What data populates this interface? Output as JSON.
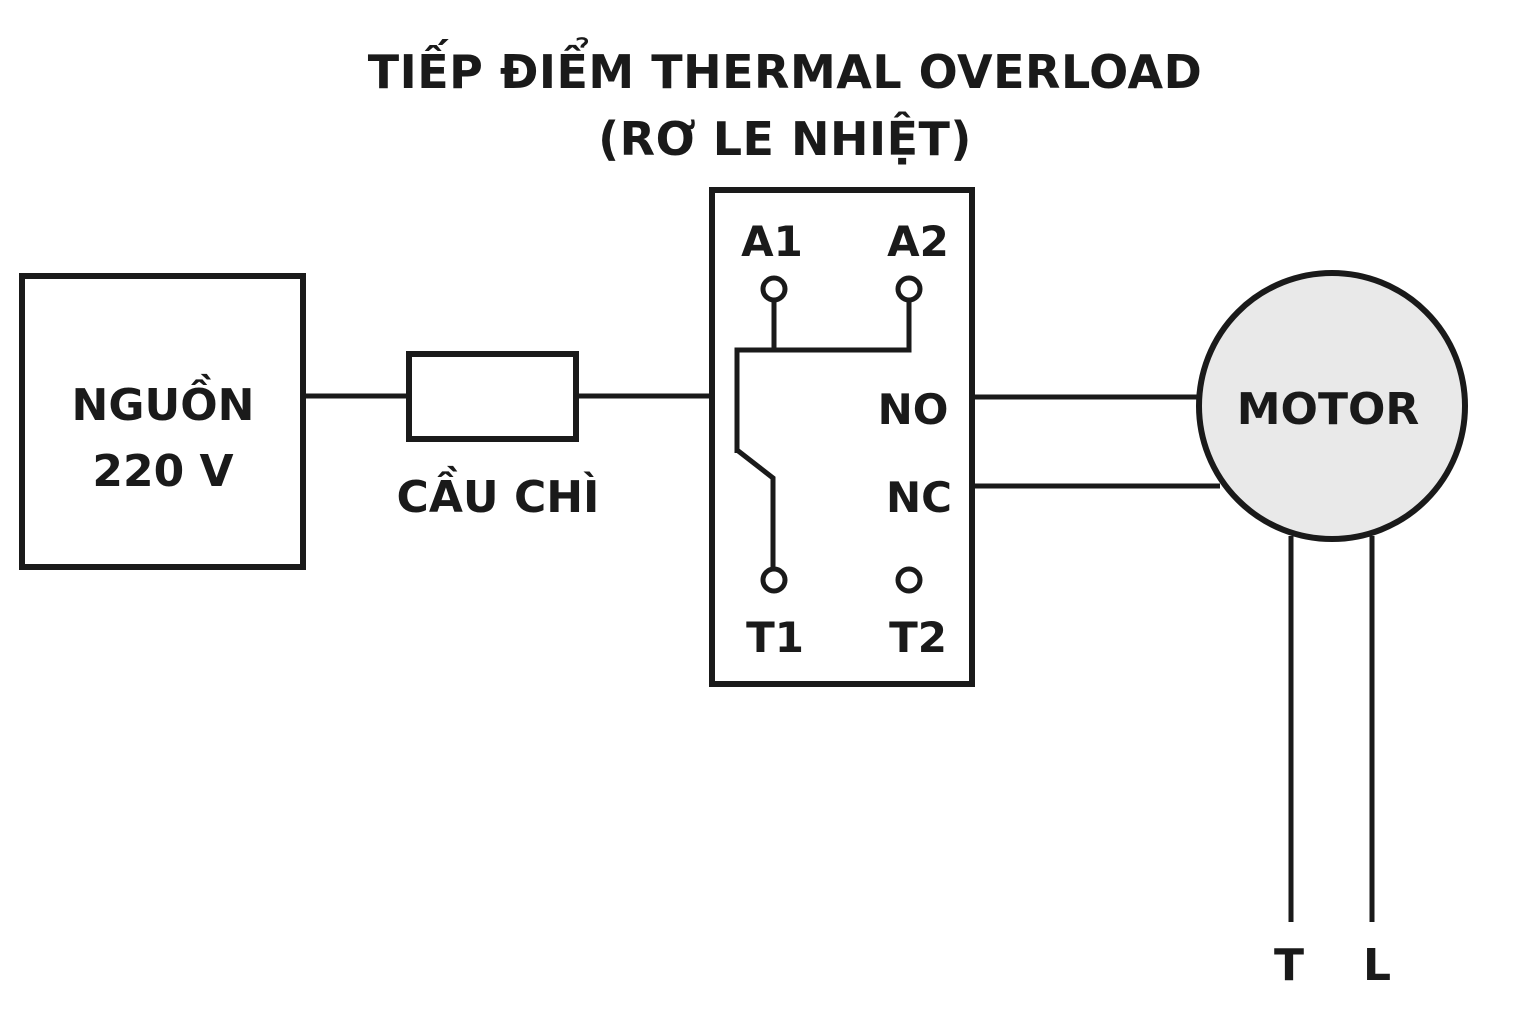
{
  "diagram": {
    "title_line1": "TIẾP ĐIỂM THERMAL OVERLOAD",
    "title_line2": "(RƠ LE NHIỆT)",
    "source": {
      "label_line1": "NGUỒN",
      "label_line2": "220 V"
    },
    "fuse": {
      "label": "CẦU CHÌ"
    },
    "relay": {
      "pins": {
        "a1": "A1",
        "a2": "A2",
        "no": "NO",
        "nc": "NC",
        "t1": "T1",
        "t2": "T2"
      }
    },
    "motor": {
      "label": "MOTOR",
      "fill": "#e9e9e9"
    },
    "terminals": {
      "left": "T",
      "right": "L"
    },
    "colors": {
      "stroke": "#1a1a1a",
      "background": "#ffffff"
    }
  }
}
